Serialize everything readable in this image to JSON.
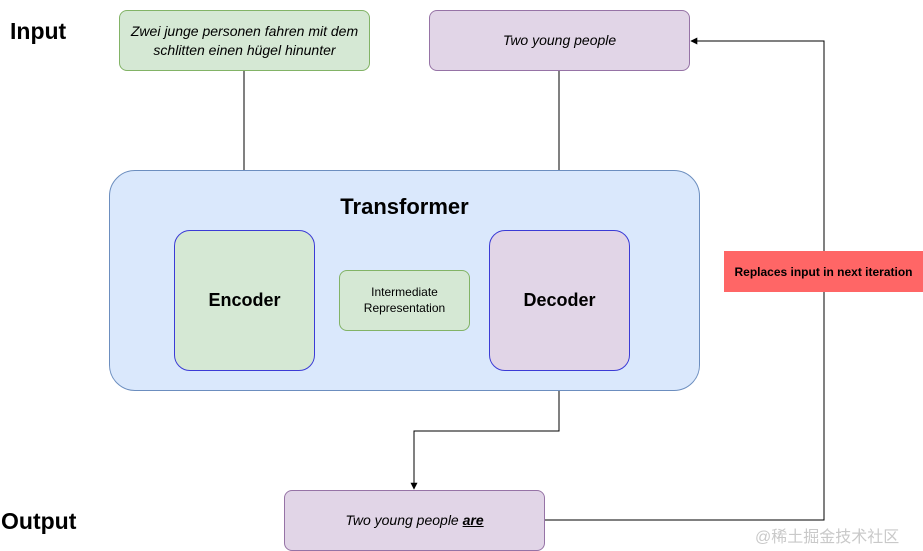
{
  "labels": {
    "input": "Input",
    "output": "Output"
  },
  "input_boxes": {
    "source": "Zwei junge personen fahren mit dem schlitten einen hügel hinunter",
    "target": "Two young people"
  },
  "transformer": {
    "title": "Transformer",
    "encoder": "Encoder",
    "intermediate": "Intermediate Representation",
    "decoder": "Decoder"
  },
  "output_box": {
    "prefix": "Two young people",
    "new_token": "are"
  },
  "feedback_note": "Replaces input in next iteration",
  "watermark": "@稀土掘金技术社区",
  "colors": {
    "green_fill": "#d5e8d4",
    "purple_fill": "#e1d5e7",
    "blue_fill": "#dae8fc",
    "red_fill": "#ff6666"
  }
}
